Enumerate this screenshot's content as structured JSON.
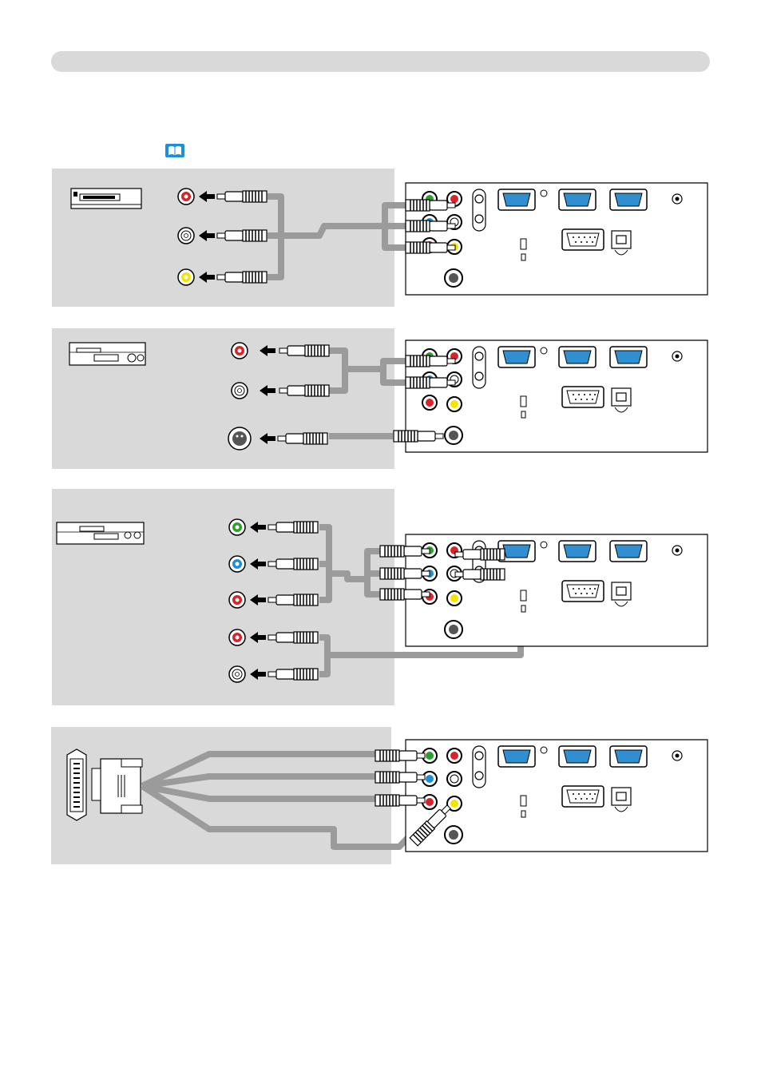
{
  "page": {
    "header": "",
    "book_icon": "book-reference-icon"
  },
  "panels": [
    {
      "id": "vcr",
      "device_icon": "vcr-icon",
      "device_ports": [
        "audio-red",
        "audio-white",
        "video-yellow"
      ],
      "projector_ports": [
        "audio-r",
        "audio-l",
        "video"
      ]
    },
    {
      "id": "dvd-svideo",
      "device_icon": "dvd-player-icon",
      "device_ports": [
        "audio-red",
        "audio-white",
        "s-video"
      ],
      "projector_ports": [
        "audio-r",
        "audio-l",
        "s-video"
      ]
    },
    {
      "id": "dvd-component",
      "device_icon": "dvd-player-icon",
      "device_ports": [
        "y-green",
        "cb-blue",
        "cr-red",
        "audio-red",
        "audio-white"
      ],
      "projector_ports": [
        "y",
        "cb",
        "cr",
        "audio-r",
        "audio-l"
      ]
    },
    {
      "id": "scart",
      "device_icon": "scart-connector-icon",
      "device_ports": [
        "scart"
      ],
      "projector_ports": [
        "y",
        "cb",
        "cr",
        "video"
      ]
    }
  ],
  "colors": {
    "panel_bg": "#d9d9d9",
    "cable": "#9b9b9b",
    "red": "#d8232a",
    "green": "#2ca02c",
    "blue": "#1c8fd6",
    "yellow": "#f2e500",
    "white": "#ffffff",
    "vga_blue": "#2f8fd0"
  }
}
